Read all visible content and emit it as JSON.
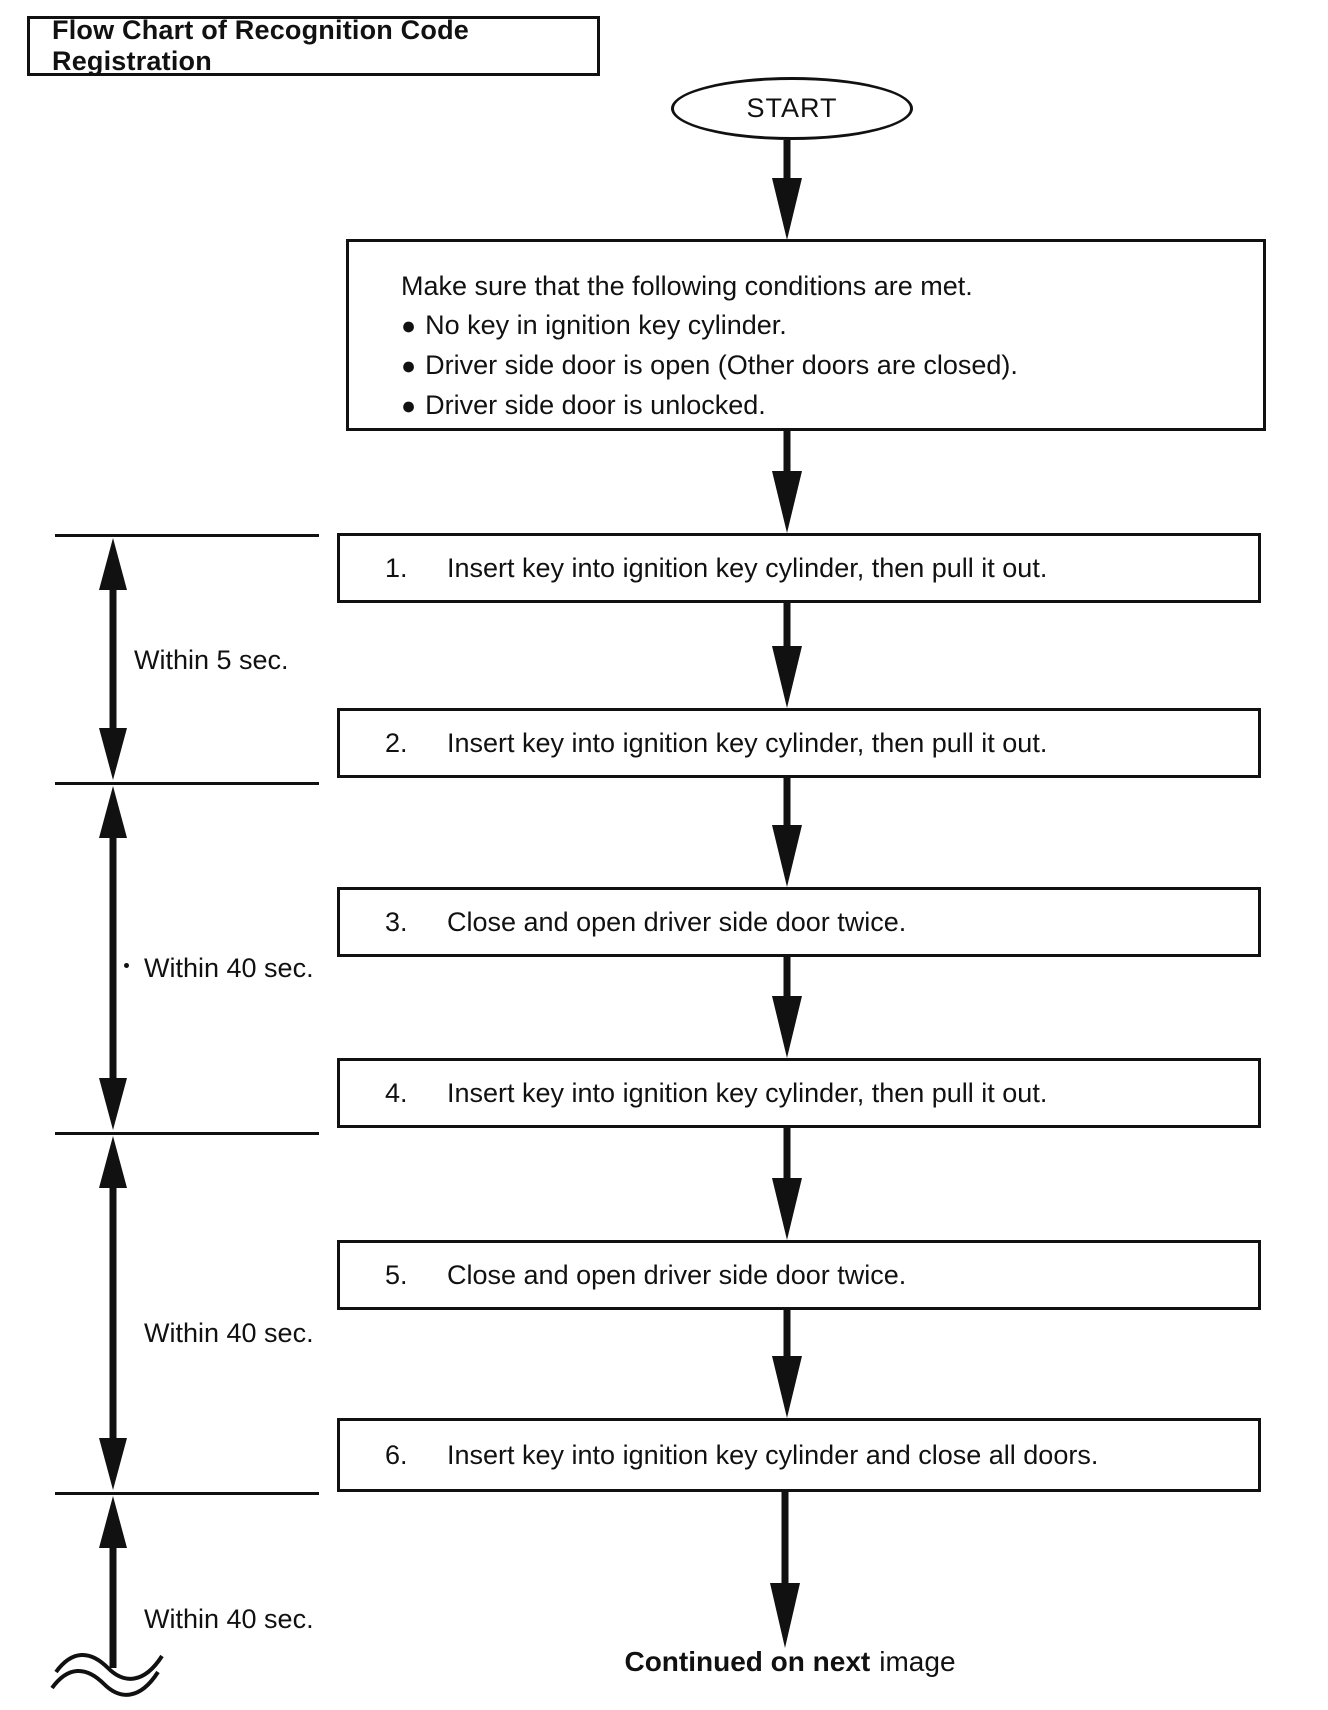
{
  "title": "Flow Chart of Recognition Code Registration",
  "start_label": "START",
  "conditions": {
    "intro": "Make sure that the following conditions are met.",
    "bullet": "●",
    "items": [
      "No key in ignition key cylinder.",
      "Driver side door is open (Other doors are closed).",
      "Driver side door is unlocked."
    ]
  },
  "steps": [
    {
      "number": "1.",
      "text": "Insert key into ignition key cylinder, then pull it out."
    },
    {
      "number": "2.",
      "text": "Insert key into ignition key cylinder, then pull it out."
    },
    {
      "number": "3.",
      "text": "Close and open driver side door twice."
    },
    {
      "number": "4.",
      "text": "Insert key into ignition key cylinder, then pull it out."
    },
    {
      "number": "5.",
      "text": "Close and open driver side door twice."
    },
    {
      "number": "6.",
      "text": "Insert key into ignition key cylinder and close all doors."
    }
  ],
  "timing_spans": [
    {
      "label": "Within 5 sec."
    },
    {
      "label": "Within 40 sec."
    },
    {
      "label": "Within 40 sec."
    },
    {
      "label": "Within 40 sec."
    }
  ],
  "footer": {
    "bold": "Continued on next",
    "regular": "image"
  },
  "colors": {
    "ink": "#111111",
    "background": "#ffffff"
  }
}
